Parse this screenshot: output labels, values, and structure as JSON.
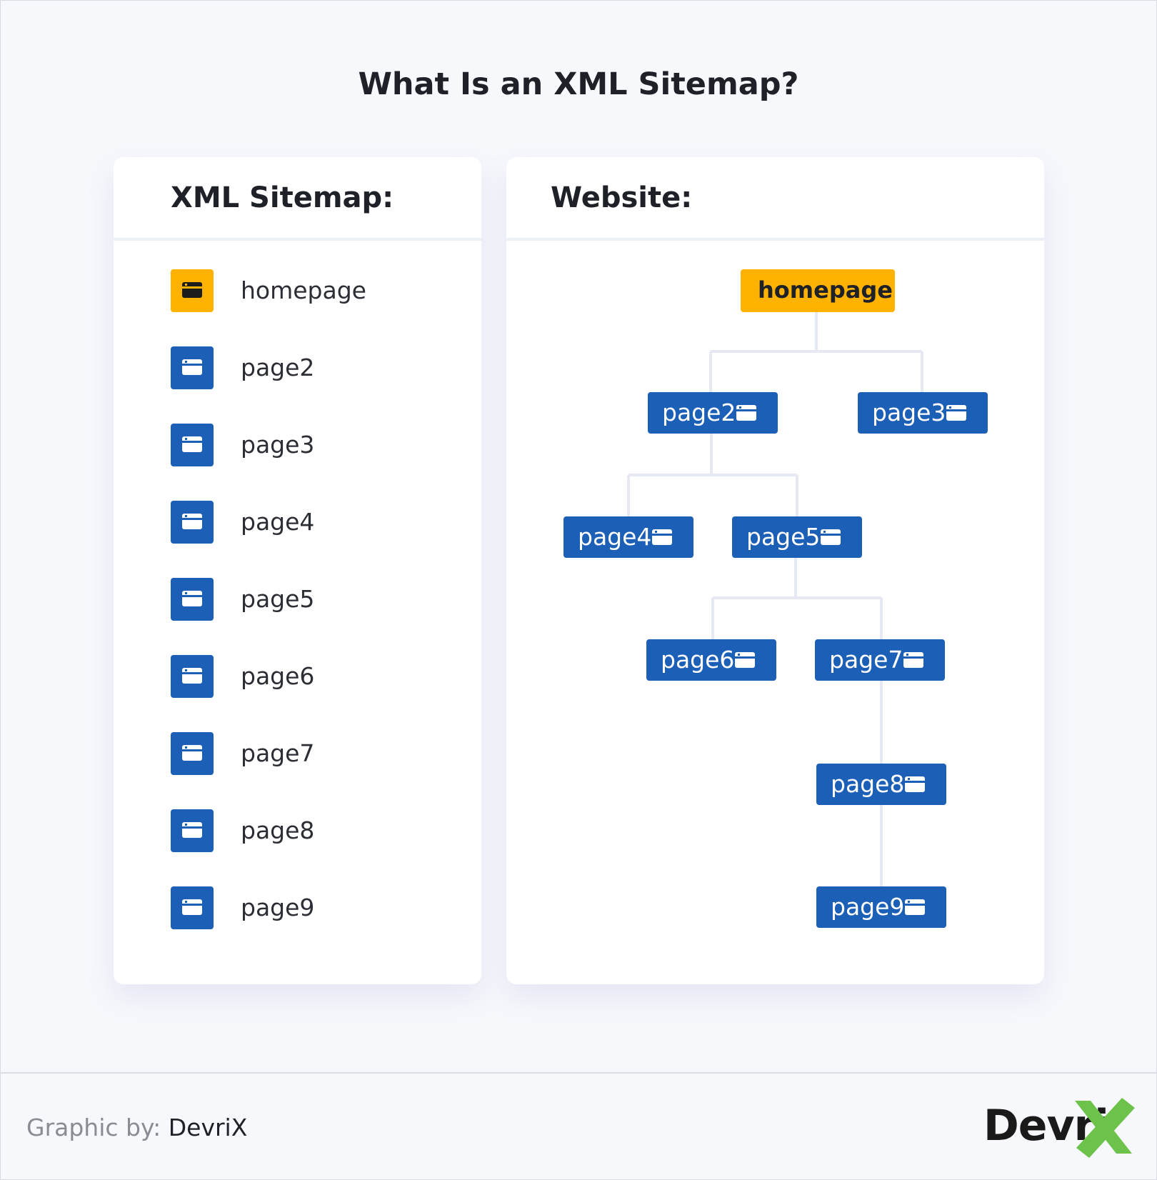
{
  "title": "What Is an XML Sitemap?",
  "sitemap": {
    "heading": "XML Sitemap:",
    "items": [
      "homepage",
      "page2",
      "page3",
      "page4",
      "page5",
      "page6",
      "page7",
      "page8",
      "page9"
    ]
  },
  "website": {
    "heading": "Website:",
    "nodes": {
      "homepage": "homepage",
      "page2": "page2",
      "page3": "page3",
      "page4": "page4",
      "page5": "page5",
      "page6": "page6",
      "page7": "page7",
      "page8": "page8",
      "page9": "page9"
    },
    "edges": [
      [
        "homepage",
        "page2"
      ],
      [
        "homepage",
        "page3"
      ],
      [
        "page2",
        "page4"
      ],
      [
        "page2",
        "page5"
      ],
      [
        "page5",
        "page6"
      ],
      [
        "page5",
        "page7"
      ],
      [
        "page7",
        "page8"
      ],
      [
        "page8",
        "page9"
      ]
    ]
  },
  "footer": {
    "credit_prefix": "Graphic by:",
    "credit_name": "DevriX",
    "logo_text": "Devri"
  },
  "colors": {
    "accent_blue": "#1c5fb6",
    "accent_yellow": "#ffb300",
    "logo_green": "#6cc24a",
    "connector": "#e6e9f4"
  },
  "icons": {
    "list_item": "browser-window-icon",
    "node": "browser-window-icon"
  }
}
